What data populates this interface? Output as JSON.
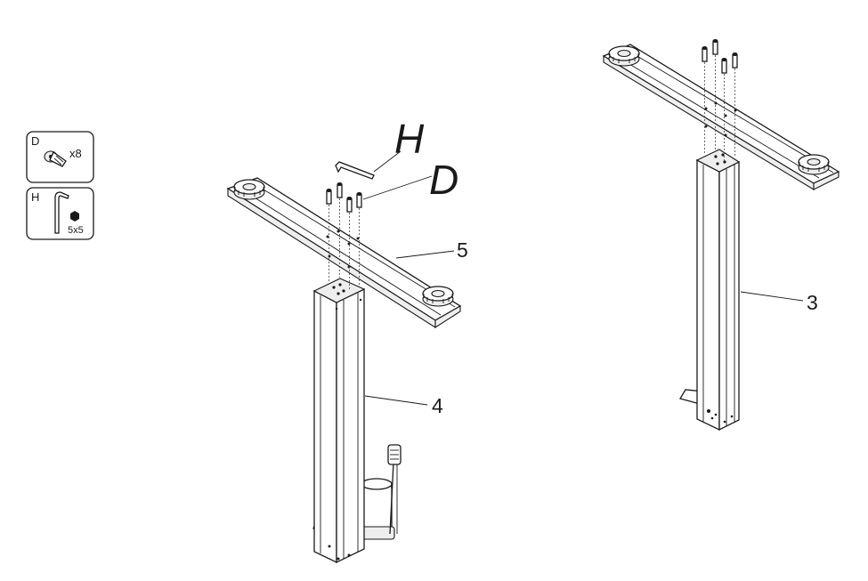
{
  "parts_kit": {
    "screw": {
      "code": "D",
      "qty": "x8",
      "icon": "screw-icon"
    },
    "hex_key": {
      "code": "H",
      "size": "5x5",
      "icon": "hex-key-icon"
    }
  },
  "callouts": {
    "hex_key": "H",
    "screw": "D"
  },
  "part_numbers": {
    "left_leg": "4",
    "left_foot": "5",
    "right_leg": "3"
  }
}
